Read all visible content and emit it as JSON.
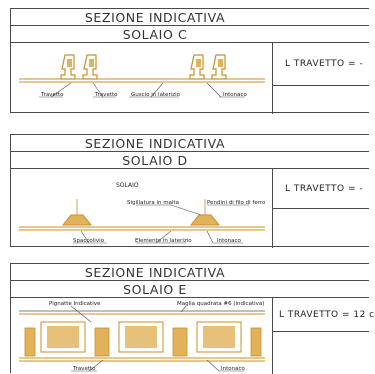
{
  "panels": [
    {
      "title": "SEZIONE INDICATIVA",
      "subtitle": "SOLAIO C",
      "length_label": "L TRAVETTO = -",
      "callouts": [
        "Travetto",
        "Travetto",
        "Guscio in laterizio",
        "Intonaco"
      ]
    },
    {
      "title": "SEZIONE INDICATIVA",
      "subtitle": "SOLAIO D",
      "length_label": "L TRAVETTO = -",
      "solaio_label": "SOLAIO",
      "callouts": [
        "Sigillatura in malta",
        "Pendini di filo di ferro",
        "Spaccolivio",
        "Elemento in laterizio",
        "Intonaco"
      ]
    },
    {
      "title": "SEZIONE INDICATIVA",
      "subtitle": "SOLAIO E",
      "length_label": "L  TRAVETTO = 12 c",
      "callouts": [
        "Pignatte Indicative",
        "Maglia quadrata #6 (indicativa)",
        "Travetto",
        "Intonaco"
      ]
    }
  ],
  "colors": {
    "line": "#4a4a4a",
    "drawing": "#c8902a",
    "hatch": "#e2b25a"
  }
}
